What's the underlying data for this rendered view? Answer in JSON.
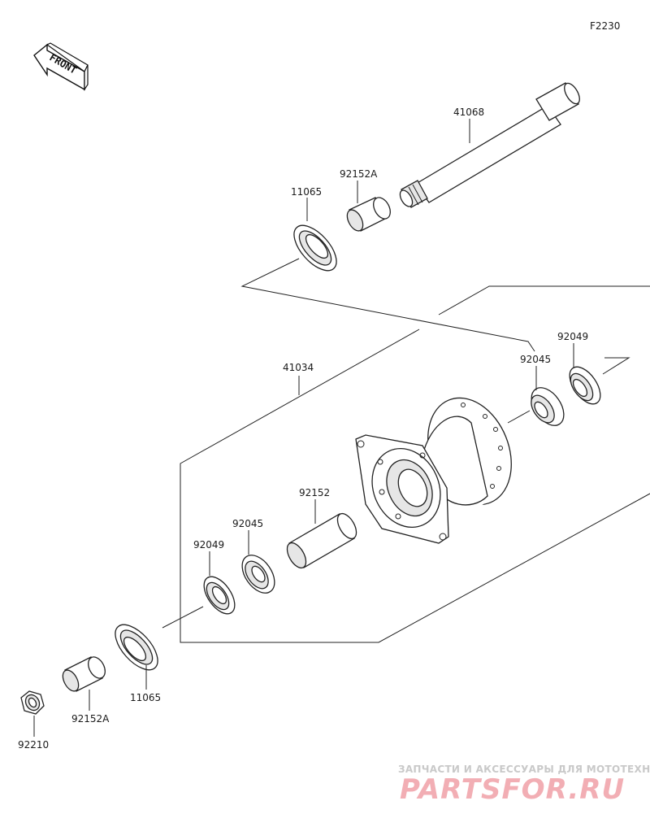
{
  "figure_code": "F2230",
  "front_label": "FRONT",
  "parts": {
    "axle": "41068",
    "collar_top": "92152A",
    "seal_top": "11065",
    "hub": "41034",
    "bearing_right": "92045",
    "oilseal_right": "92049",
    "spacer": "92152",
    "bearing_left": "92045",
    "oilseal_left": "92049",
    "seal_bottom": "11065",
    "collar_bottom": "92152A",
    "nut": "92210"
  },
  "watermark": {
    "tagline": "ЗАПЧАСТИ И АКСЕССУАРЫ ДЛЯ МОТОТЕХНИКИ",
    "site": "PARTSFOR.RU"
  }
}
